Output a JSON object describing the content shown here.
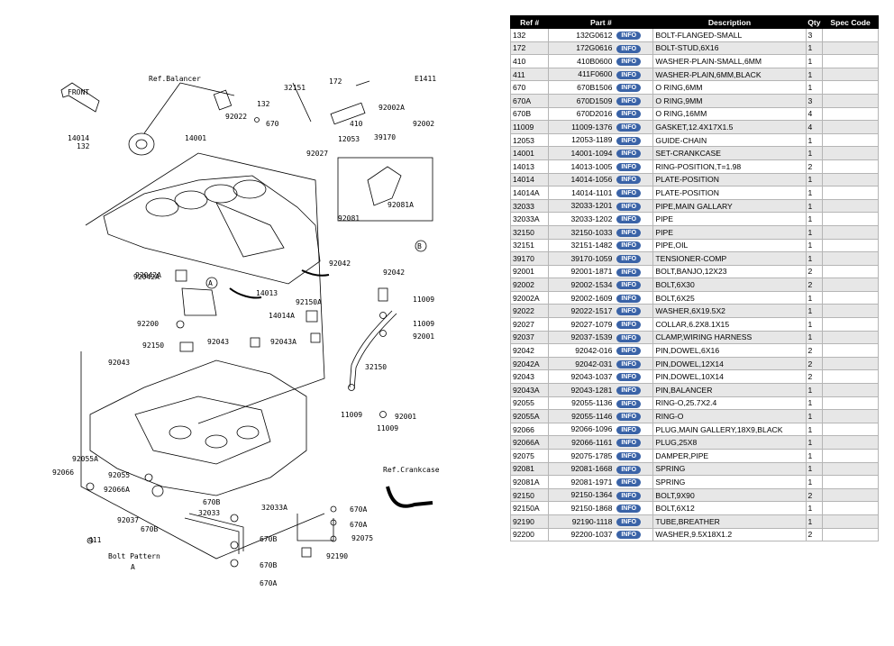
{
  "table": {
    "headers": {
      "ref": "Ref #",
      "part": "Part #",
      "desc": "Description",
      "qty": "Qty",
      "spec": "Spec Code"
    },
    "info_label": "INFO",
    "rows": [
      {
        "ref": "132",
        "part": "132G0612",
        "desc": "BOLT-FLANGED-SMALL",
        "qty": "3"
      },
      {
        "ref": "172",
        "part": "172G0616",
        "desc": "BOLT-STUD,6X16",
        "qty": "1"
      },
      {
        "ref": "410",
        "part": "410B0600",
        "desc": "WASHER-PLAIN-SMALL,6MM",
        "qty": "1"
      },
      {
        "ref": "411",
        "part": "411F0600",
        "desc": "WASHER-PLAIN,6MM,BLACK",
        "qty": "1"
      },
      {
        "ref": "670",
        "part": "670B1506",
        "desc": "O RING,6MM",
        "qty": "1"
      },
      {
        "ref": "670A",
        "part": "670D1509",
        "desc": "O RING,9MM",
        "qty": "3"
      },
      {
        "ref": "670B",
        "part": "670D2016",
        "desc": "O RING,16MM",
        "qty": "4"
      },
      {
        "ref": "11009",
        "part": "11009-1376",
        "desc": "GASKET,12.4X17X1.5",
        "qty": "4"
      },
      {
        "ref": "12053",
        "part": "12053-1189",
        "desc": "GUIDE-CHAIN",
        "qty": "1"
      },
      {
        "ref": "14001",
        "part": "14001-1094",
        "desc": "SET-CRANKCASE",
        "qty": "1"
      },
      {
        "ref": "14013",
        "part": "14013-1005",
        "desc": "RING-POSITION,T=1.98",
        "qty": "2"
      },
      {
        "ref": "14014",
        "part": "14014-1056",
        "desc": "PLATE-POSITION",
        "qty": "1"
      },
      {
        "ref": "14014A",
        "part": "14014-1101",
        "desc": "PLATE-POSITION",
        "qty": "1"
      },
      {
        "ref": "32033",
        "part": "32033-1201",
        "desc": "PIPE,MAIN GALLARY",
        "qty": "1"
      },
      {
        "ref": "32033A",
        "part": "32033-1202",
        "desc": "PIPE",
        "qty": "1"
      },
      {
        "ref": "32150",
        "part": "32150-1033",
        "desc": "PIPE",
        "qty": "1"
      },
      {
        "ref": "32151",
        "part": "32151-1482",
        "desc": "PIPE,OIL",
        "qty": "1"
      },
      {
        "ref": "39170",
        "part": "39170-1059",
        "desc": "TENSIONER-COMP",
        "qty": "1"
      },
      {
        "ref": "92001",
        "part": "92001-1871",
        "desc": "BOLT,BANJO,12X23",
        "qty": "2"
      },
      {
        "ref": "92002",
        "part": "92002-1534",
        "desc": "BOLT,6X30",
        "qty": "2"
      },
      {
        "ref": "92002A",
        "part": "92002-1609",
        "desc": "BOLT,6X25",
        "qty": "1"
      },
      {
        "ref": "92022",
        "part": "92022-1517",
        "desc": "WASHER,6X19.5X2",
        "qty": "1"
      },
      {
        "ref": "92027",
        "part": "92027-1079",
        "desc": "COLLAR,6.2X8.1X15",
        "qty": "1"
      },
      {
        "ref": "92037",
        "part": "92037-1539",
        "desc": "CLAMP,WIRING HARNESS",
        "qty": "1"
      },
      {
        "ref": "92042",
        "part": "92042-016",
        "desc": "PIN,DOWEL,6X16",
        "qty": "2"
      },
      {
        "ref": "92042A",
        "part": "92042-031",
        "desc": "PIN,DOWEL,12X14",
        "qty": "2"
      },
      {
        "ref": "92043",
        "part": "92043-1037",
        "desc": "PIN,DOWEL,10X14",
        "qty": "2"
      },
      {
        "ref": "92043A",
        "part": "92043-1281",
        "desc": "PIN,BALANCER",
        "qty": "1"
      },
      {
        "ref": "92055",
        "part": "92055-1136",
        "desc": "RING-O,25.7X2.4",
        "qty": "1"
      },
      {
        "ref": "92055A",
        "part": "92055-1146",
        "desc": "RING-O",
        "qty": "1"
      },
      {
        "ref": "92066",
        "part": "92066-1096",
        "desc": "PLUG,MAIN GALLERY,18X9,BLACK",
        "qty": "1"
      },
      {
        "ref": "92066A",
        "part": "92066-1161",
        "desc": "PLUG,25X8",
        "qty": "1"
      },
      {
        "ref": "92075",
        "part": "92075-1785",
        "desc": "DAMPER,PIPE",
        "qty": "1"
      },
      {
        "ref": "92081",
        "part": "92081-1668",
        "desc": "SPRING",
        "qty": "1"
      },
      {
        "ref": "92081A",
        "part": "92081-1971",
        "desc": "SPRING",
        "qty": "1"
      },
      {
        "ref": "92150",
        "part": "92150-1364",
        "desc": "BOLT,9X90",
        "qty": "2"
      },
      {
        "ref": "92150A",
        "part": "92150-1868",
        "desc": "BOLT,6X12",
        "qty": "1"
      },
      {
        "ref": "92190",
        "part": "92190-1118",
        "desc": "TUBE,BREATHER",
        "qty": "1"
      },
      {
        "ref": "92200",
        "part": "92200-1037",
        "desc": "WASHER,9.5X18X1.2",
        "qty": "2"
      }
    ]
  },
  "diagram": {
    "labels": [
      "Ref.Balancer",
      "E1411",
      "FRONT",
      "132",
      "14014",
      "14001",
      "92022",
      "132",
      "32151",
      "670",
      "172",
      "92002A",
      "410",
      "12053",
      "92027",
      "39170",
      "92002",
      "92081",
      "92081A",
      "92042",
      "92042A",
      "92042",
      "14013",
      "92042A",
      "92150A",
      "14014A",
      "11009",
      "11009",
      "92200",
      "92043",
      "92043A",
      "92150",
      "92001",
      "32150",
      "11009",
      "92001",
      "11009",
      "92043",
      "92055A",
      "92066",
      "92055",
      "92066A",
      "92037",
      "411",
      "670B",
      "670B",
      "32033",
      "670B",
      "670B",
      "670A",
      "32033A",
      "670A",
      "670A",
      "92075",
      "92190",
      "Ref.Crankcase",
      "Bolt Pattern",
      "A",
      "A",
      "B"
    ]
  }
}
